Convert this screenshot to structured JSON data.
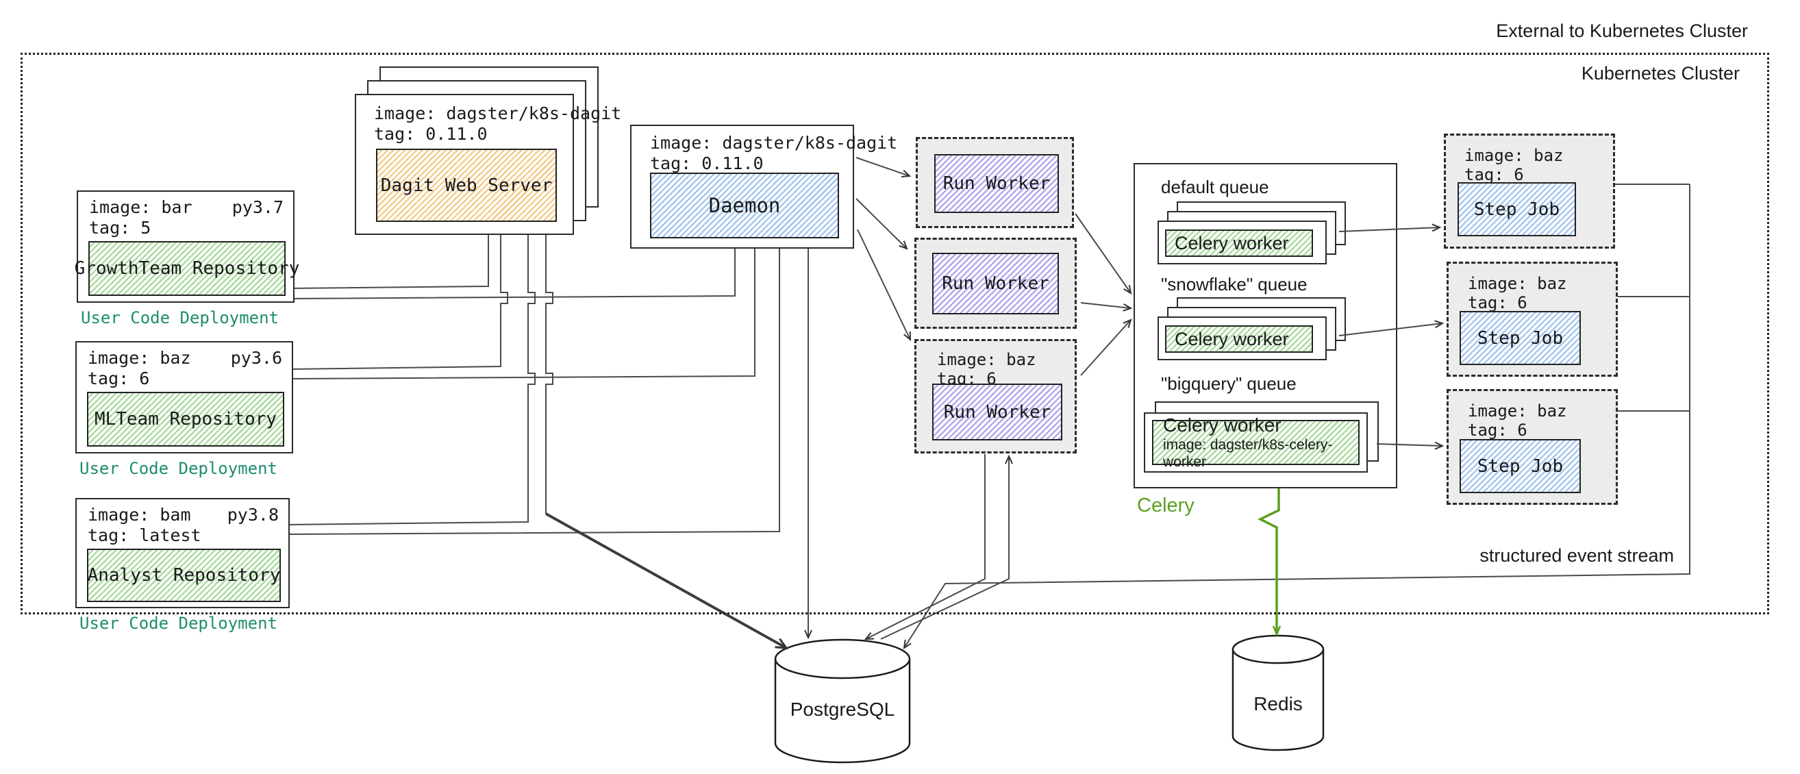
{
  "labels": {
    "external": "External to Kubernetes Cluster",
    "cluster": "Kubernetes Cluster",
    "event_stream": "structured event stream",
    "celery": "Celery"
  },
  "repos": [
    {
      "image": "image: bar",
      "tag": "tag: 5",
      "py": "py3.7",
      "name": "GrowthTeam Repository",
      "caption": "User Code Deployment"
    },
    {
      "image": "image: baz",
      "tag": "tag: 6",
      "py": "py3.6",
      "name": "MLTeam Repository",
      "caption": "User Code Deployment"
    },
    {
      "image": "image: bam",
      "tag": "tag: latest",
      "py": "py3.8",
      "name": "Analyst Repository",
      "caption": "User Code Deployment"
    }
  ],
  "dagit": {
    "image": "image: dagster/k8s-dagit",
    "tag": "tag: 0.11.0",
    "name": "Dagit Web Server"
  },
  "daemon": {
    "image": "image: dagster/k8s-dagit",
    "tag": "tag: 0.11.0",
    "name": "Daemon"
  },
  "run_workers": [
    {
      "name": "Run Worker"
    },
    {
      "name": "Run Worker"
    },
    {
      "image": "image: baz",
      "tag": "tag: 6",
      "name": "Run Worker"
    }
  ],
  "celery": {
    "label": "Celery",
    "queues": [
      {
        "name": "default queue",
        "worker": "Celery worker"
      },
      {
        "name": "\"snowflake\" queue",
        "worker": "Celery worker"
      },
      {
        "name": "\"bigquery\" queue",
        "worker": "Celery worker",
        "worker_image": "image: dagster/k8s-celery-worker"
      }
    ]
  },
  "step_jobs": [
    {
      "image": "image: baz",
      "tag": "tag: 6",
      "name": "Step Job"
    },
    {
      "image": "image: baz",
      "tag": "tag: 6",
      "name": "Step Job"
    },
    {
      "image": "image: baz",
      "tag": "tag: 6",
      "name": "Step Job"
    }
  ],
  "datastores": {
    "postgres": "PostgreSQL",
    "redis": "Redis"
  },
  "colors": {
    "user_code_label": "#1e8c6e",
    "celery_label": "#5aa01e",
    "green_hatch": "#abdba0",
    "orange_hatch": "#f3cd8f",
    "blue_hatch": "#a6c7ee",
    "purple_hatch": "#b4a7ef",
    "pod_background": "#ececec"
  }
}
